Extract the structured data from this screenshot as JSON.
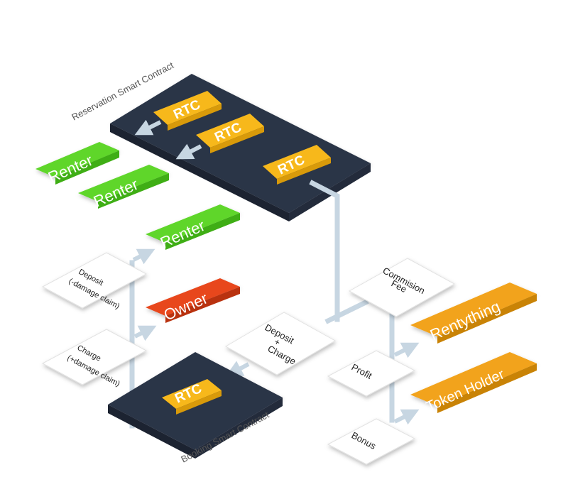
{
  "contracts": {
    "reservation_title": "Reservation Smart Contract",
    "booking_title": "Booking Smart Contract"
  },
  "tokens": {
    "reservation_1": "RTC",
    "reservation_2": "RTC",
    "reservation_3": "RTC",
    "booking": "RTC"
  },
  "parties": {
    "renter_1": "Renter",
    "renter_2": "Renter",
    "renter_3": "Renter",
    "owner": "Owner",
    "rentything": "Rentything",
    "token_holder": "Token Holder"
  },
  "cards": {
    "deposit_line1": "Deposit",
    "deposit_line2": "(-damage claim)",
    "charge_line1": "Charge",
    "charge_line2": "(+damage claim)",
    "deposit_charge_line1": "Deposit",
    "deposit_charge_line2": "+",
    "deposit_charge_line3": "Charge",
    "commission_line1": "Commision",
    "commission_line2": "Fee",
    "profit": "Profit",
    "bonus": "Bonus"
  },
  "colors": {
    "contract": "#2b3447",
    "token": "#f7b81b",
    "renter": "#5ed62a",
    "owner": "#e8461f",
    "orange_party": "#f2a31a",
    "card": "#ffffff",
    "pipe": "#c7d6e2"
  }
}
